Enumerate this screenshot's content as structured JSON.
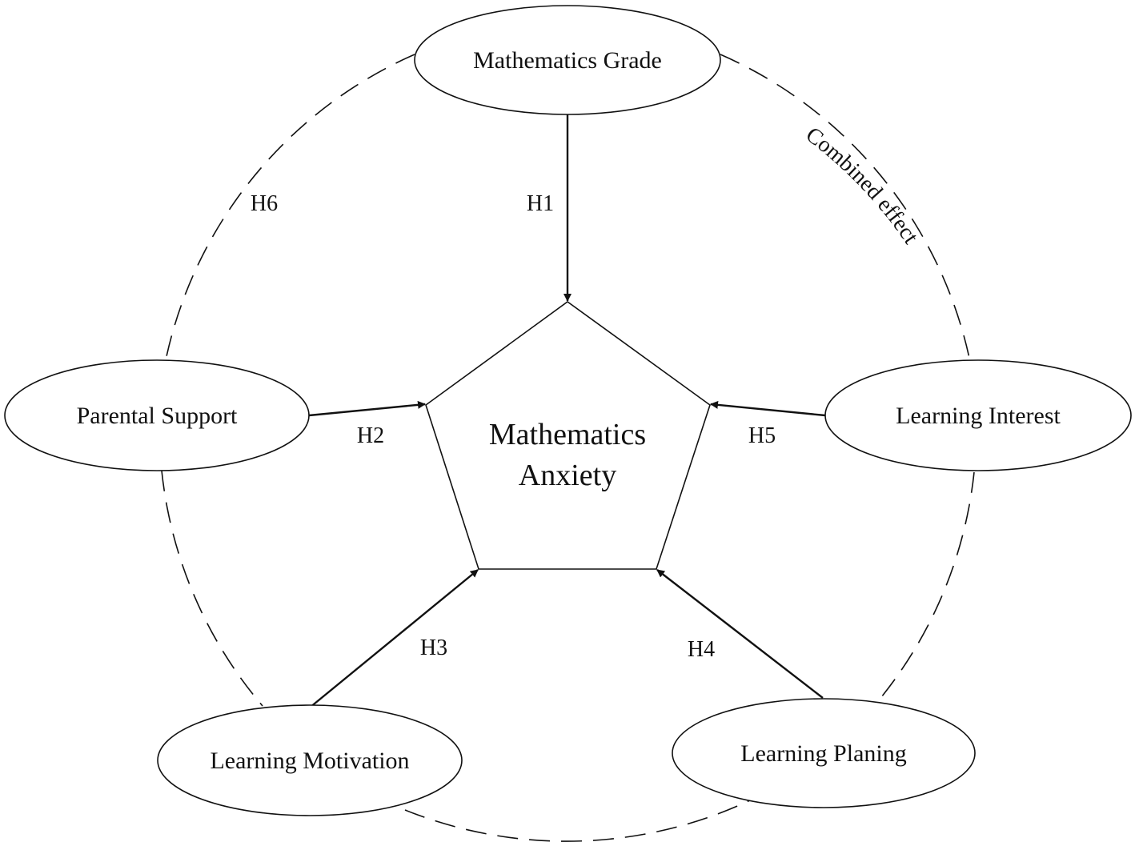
{
  "center": {
    "line1": "Mathematics",
    "line2": "Anxiety"
  },
  "nodes": {
    "grade": "Mathematics Grade",
    "parental": "Parental Support",
    "interest": "Learning Interest",
    "motivation": "Learning Motivation",
    "planing": "Learning Planing"
  },
  "hypotheses": {
    "h1": "H1",
    "h2": "H2",
    "h3": "H3",
    "h4": "H4",
    "h5": "H5",
    "h6": "H6"
  },
  "combined_effect": "Combined effect"
}
